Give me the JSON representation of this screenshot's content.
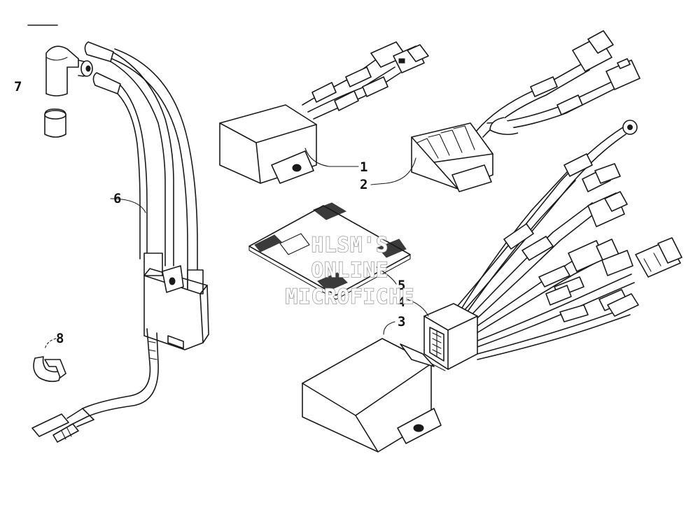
{
  "callouts": {
    "c1": "1",
    "c2": "2",
    "c3": "3",
    "c4": "4",
    "c5": "5",
    "c6": "6",
    "c7": "7",
    "c8": "8"
  },
  "watermark": {
    "line1": "HLSM'S",
    "line2": "ONLINE",
    "line3": "MICROFICHE"
  },
  "colors": {
    "line": "#1a1a1a",
    "watermark_outline": "#9a9a9a",
    "background": "#ffffff"
  }
}
